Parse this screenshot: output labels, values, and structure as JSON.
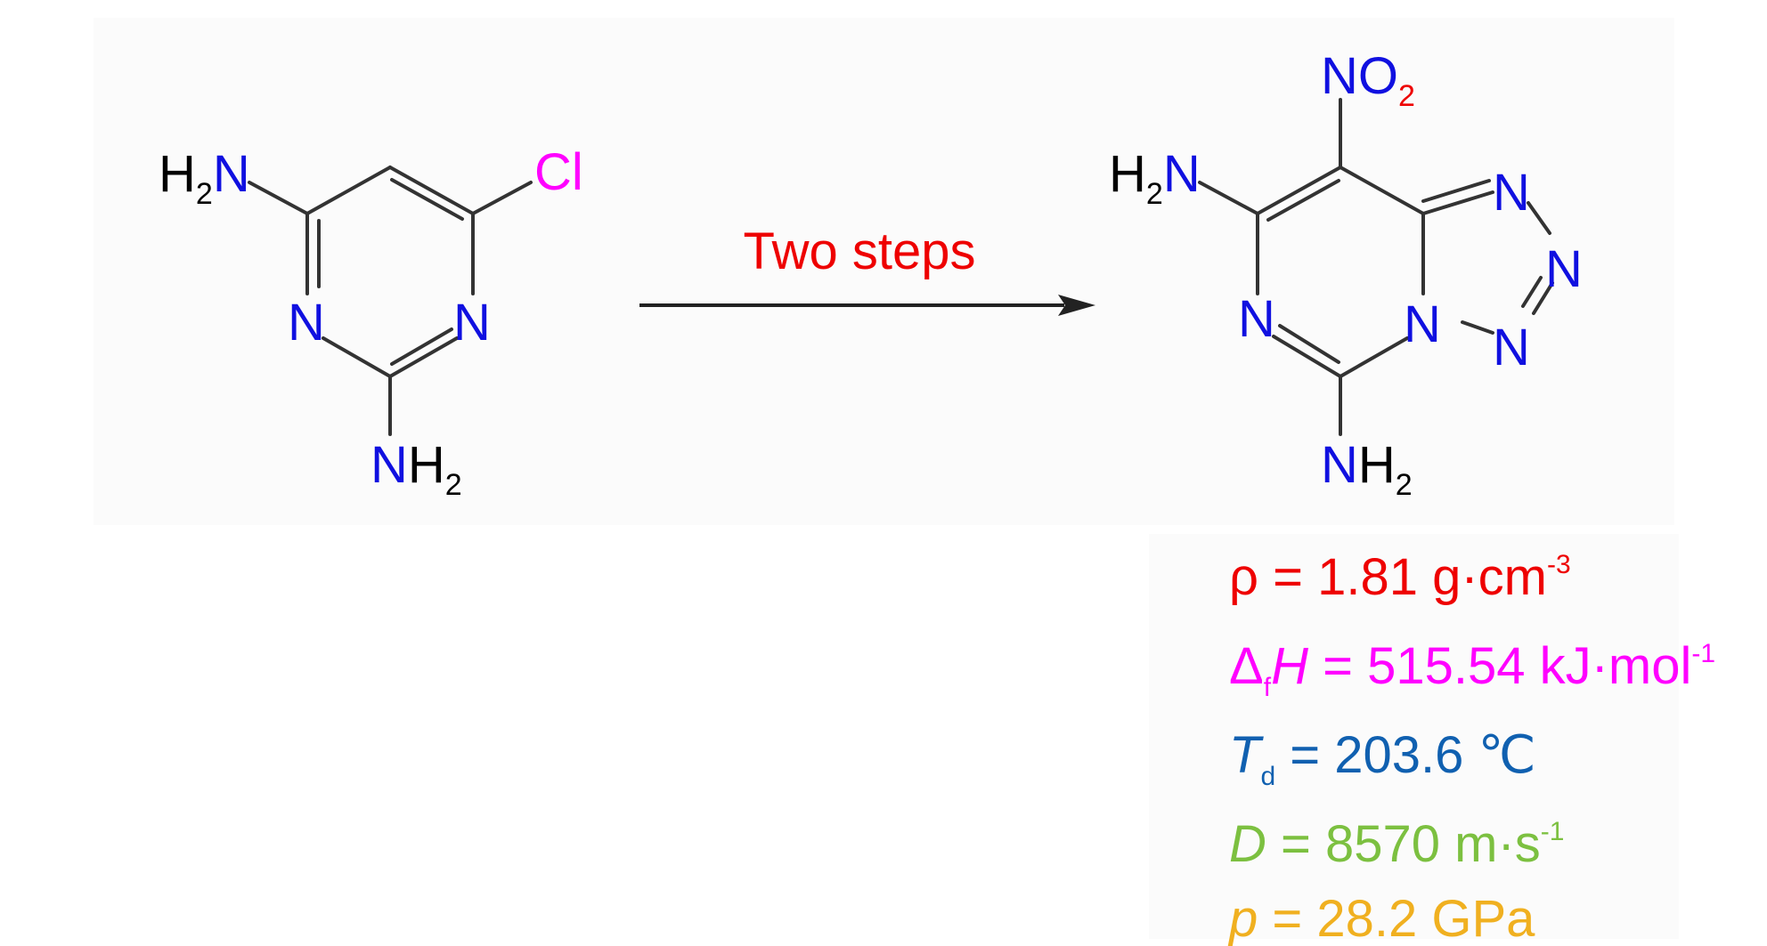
{
  "colors": {
    "nitrogen": "#1010e0",
    "hydrogen": "#000000",
    "chlorine": "#ff00ff",
    "oxygen": "#1010e0",
    "arrow_label": "#ee0000",
    "density": "#ee0000",
    "enthalpy": "#ff00ff",
    "decomposition": "#1060b0",
    "velocity": "#7cc040",
    "pressure": "#f0b020"
  },
  "reactant": {
    "amine_top_h": "H",
    "amine_top_sub": "2",
    "amine_top_n": "N",
    "chlorine": "Cl",
    "ring_n_left": "N",
    "ring_n_right": "N",
    "amine_bottom_n": "N",
    "amine_bottom_h": "H",
    "amine_bottom_sub": "2"
  },
  "arrow": {
    "label": "Two steps"
  },
  "product": {
    "nitro_n": "N",
    "nitro_o": "O",
    "nitro_sub": "2",
    "amine_left_h": "H",
    "amine_left_sub": "2",
    "amine_left_n": "N",
    "ring_n_left": "N",
    "ring_n_bridge": "N",
    "tetrazole_n1": "N",
    "tetrazole_n2": "N",
    "tetrazole_n3": "N",
    "amine_bottom_n": "N",
    "amine_bottom_h": "H",
    "amine_bottom_sub": "2"
  },
  "properties": {
    "density": {
      "symbol": "ρ",
      "rest": " = 1.81 g·cm",
      "sup": "-3"
    },
    "enthalpy": {
      "delta": "Δ",
      "sub": "f",
      "var": "H",
      "rest": " = 515.54 kJ·mol",
      "sup": "-1"
    },
    "decomposition": {
      "var": "T",
      "sub": "d",
      "rest": " = 203.6 ℃"
    },
    "velocity": {
      "var": "D",
      "rest": " = 8570 m·s",
      "sup": "-1"
    },
    "pressure": {
      "var": "p",
      "rest": " = 28.2 GPa"
    }
  }
}
